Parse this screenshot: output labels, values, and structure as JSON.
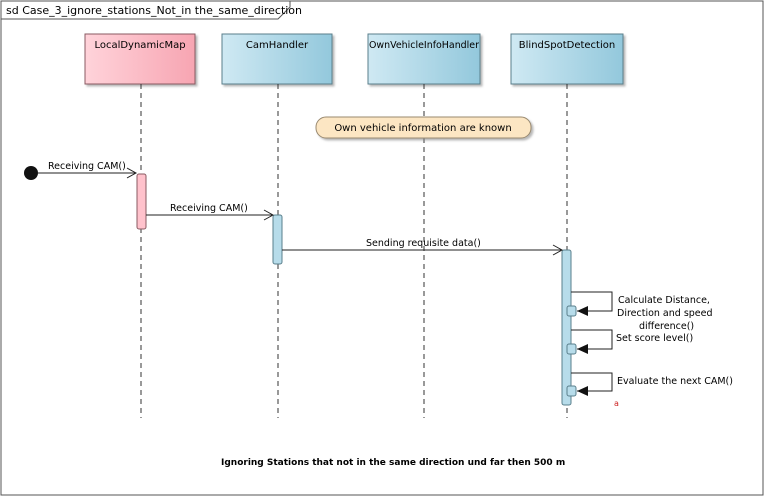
{
  "frame": {
    "title": "sd Case_3_ignore_stations_Not_in the_same_direction"
  },
  "lifelines": [
    {
      "label": "LocalDynamicMap",
      "color": "#FFB6C1"
    },
    {
      "label": "CamHandler",
      "color": "#A9D4E4"
    },
    {
      "label": "OwnVehicleInfoHandler",
      "color": "#A9D4E4"
    },
    {
      "label": "BlindSpotDetection",
      "color": "#A9D4E4"
    }
  ],
  "note": {
    "text": "Own vehicle information are known",
    "color": "#FCE6C3"
  },
  "messages": [
    {
      "label": "Receiving CAM()"
    },
    {
      "label": "Receiving CAM()"
    },
    {
      "label": "Sending requisite data()"
    }
  ],
  "self_messages": [
    {
      "lines": [
        "Calculate Distance,",
        "Direction and speed",
        "difference()"
      ]
    },
    {
      "lines": [
        "Set score level()"
      ]
    },
    {
      "lines": [
        "Evaluate the next CAM()"
      ]
    }
  ],
  "marker": "a",
  "caption": "Ignoring Stations that not in the same direction und far then 500 m"
}
